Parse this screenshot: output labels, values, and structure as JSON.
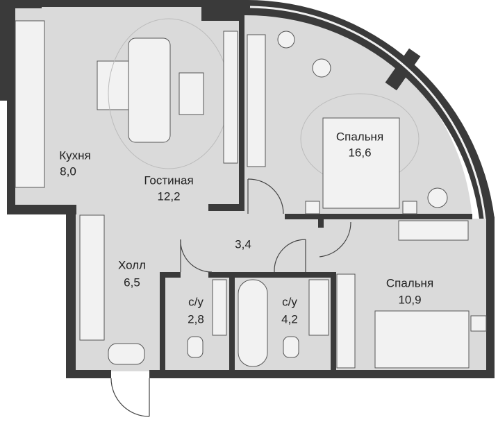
{
  "rooms": [
    {
      "name": "Кухня",
      "area": "8,0"
    },
    {
      "name": "Гостиная",
      "area": "12,2"
    },
    {
      "name": "Спальня",
      "area": "16,6"
    },
    {
      "name": "",
      "area": "3,4"
    },
    {
      "name": "Холл",
      "area": "6,5"
    },
    {
      "name": "с/у",
      "area": "2,8"
    },
    {
      "name": "с/у",
      "area": "4,2"
    },
    {
      "name": "Спальня",
      "area": "10,9"
    }
  ],
  "colors": {
    "floor": "#dadada",
    "wall": "#3a3a3a",
    "furniture": "#f2f2f2"
  }
}
